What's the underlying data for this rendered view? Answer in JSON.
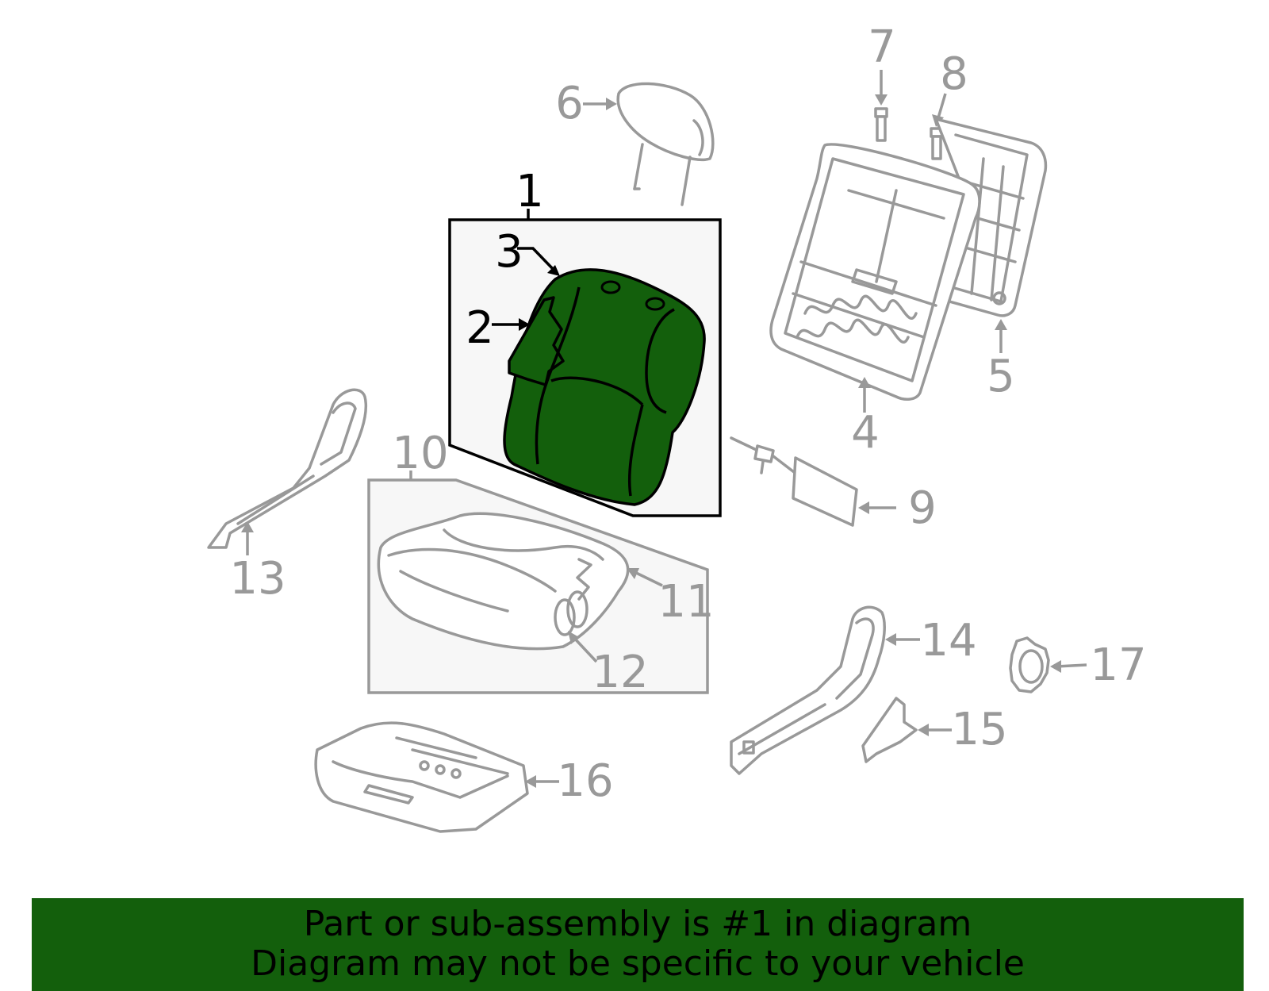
{
  "diagram": {
    "callouts": [
      {
        "id": "1",
        "label": "1",
        "highlighted": true
      },
      {
        "id": "2",
        "label": "2",
        "highlighted": true
      },
      {
        "id": "3",
        "label": "3",
        "highlighted": true
      },
      {
        "id": "4",
        "label": "4",
        "highlighted": false
      },
      {
        "id": "5",
        "label": "5",
        "highlighted": false
      },
      {
        "id": "6",
        "label": "6",
        "highlighted": false
      },
      {
        "id": "7",
        "label": "7",
        "highlighted": false
      },
      {
        "id": "8",
        "label": "8",
        "highlighted": false
      },
      {
        "id": "9",
        "label": "9",
        "highlighted": false
      },
      {
        "id": "10",
        "label": "10",
        "highlighted": false
      },
      {
        "id": "11",
        "label": "11",
        "highlighted": false
      },
      {
        "id": "12",
        "label": "12",
        "highlighted": false
      },
      {
        "id": "13",
        "label": "13",
        "highlighted": false
      },
      {
        "id": "14",
        "label": "14",
        "highlighted": false
      },
      {
        "id": "15",
        "label": "15",
        "highlighted": false
      },
      {
        "id": "16",
        "label": "16",
        "highlighted": false
      },
      {
        "id": "17",
        "label": "17",
        "highlighted": false
      }
    ],
    "colors": {
      "highlight_fill": "#135f0c",
      "part_stroke": "#999999",
      "highlight_stroke": "#000000",
      "panel_fill": "#f7f7f7"
    }
  },
  "banner": {
    "line1": "Part or sub-assembly is #1 in diagram",
    "line2": "Diagram may not be specific to your vehicle",
    "background": "#135f0c"
  }
}
